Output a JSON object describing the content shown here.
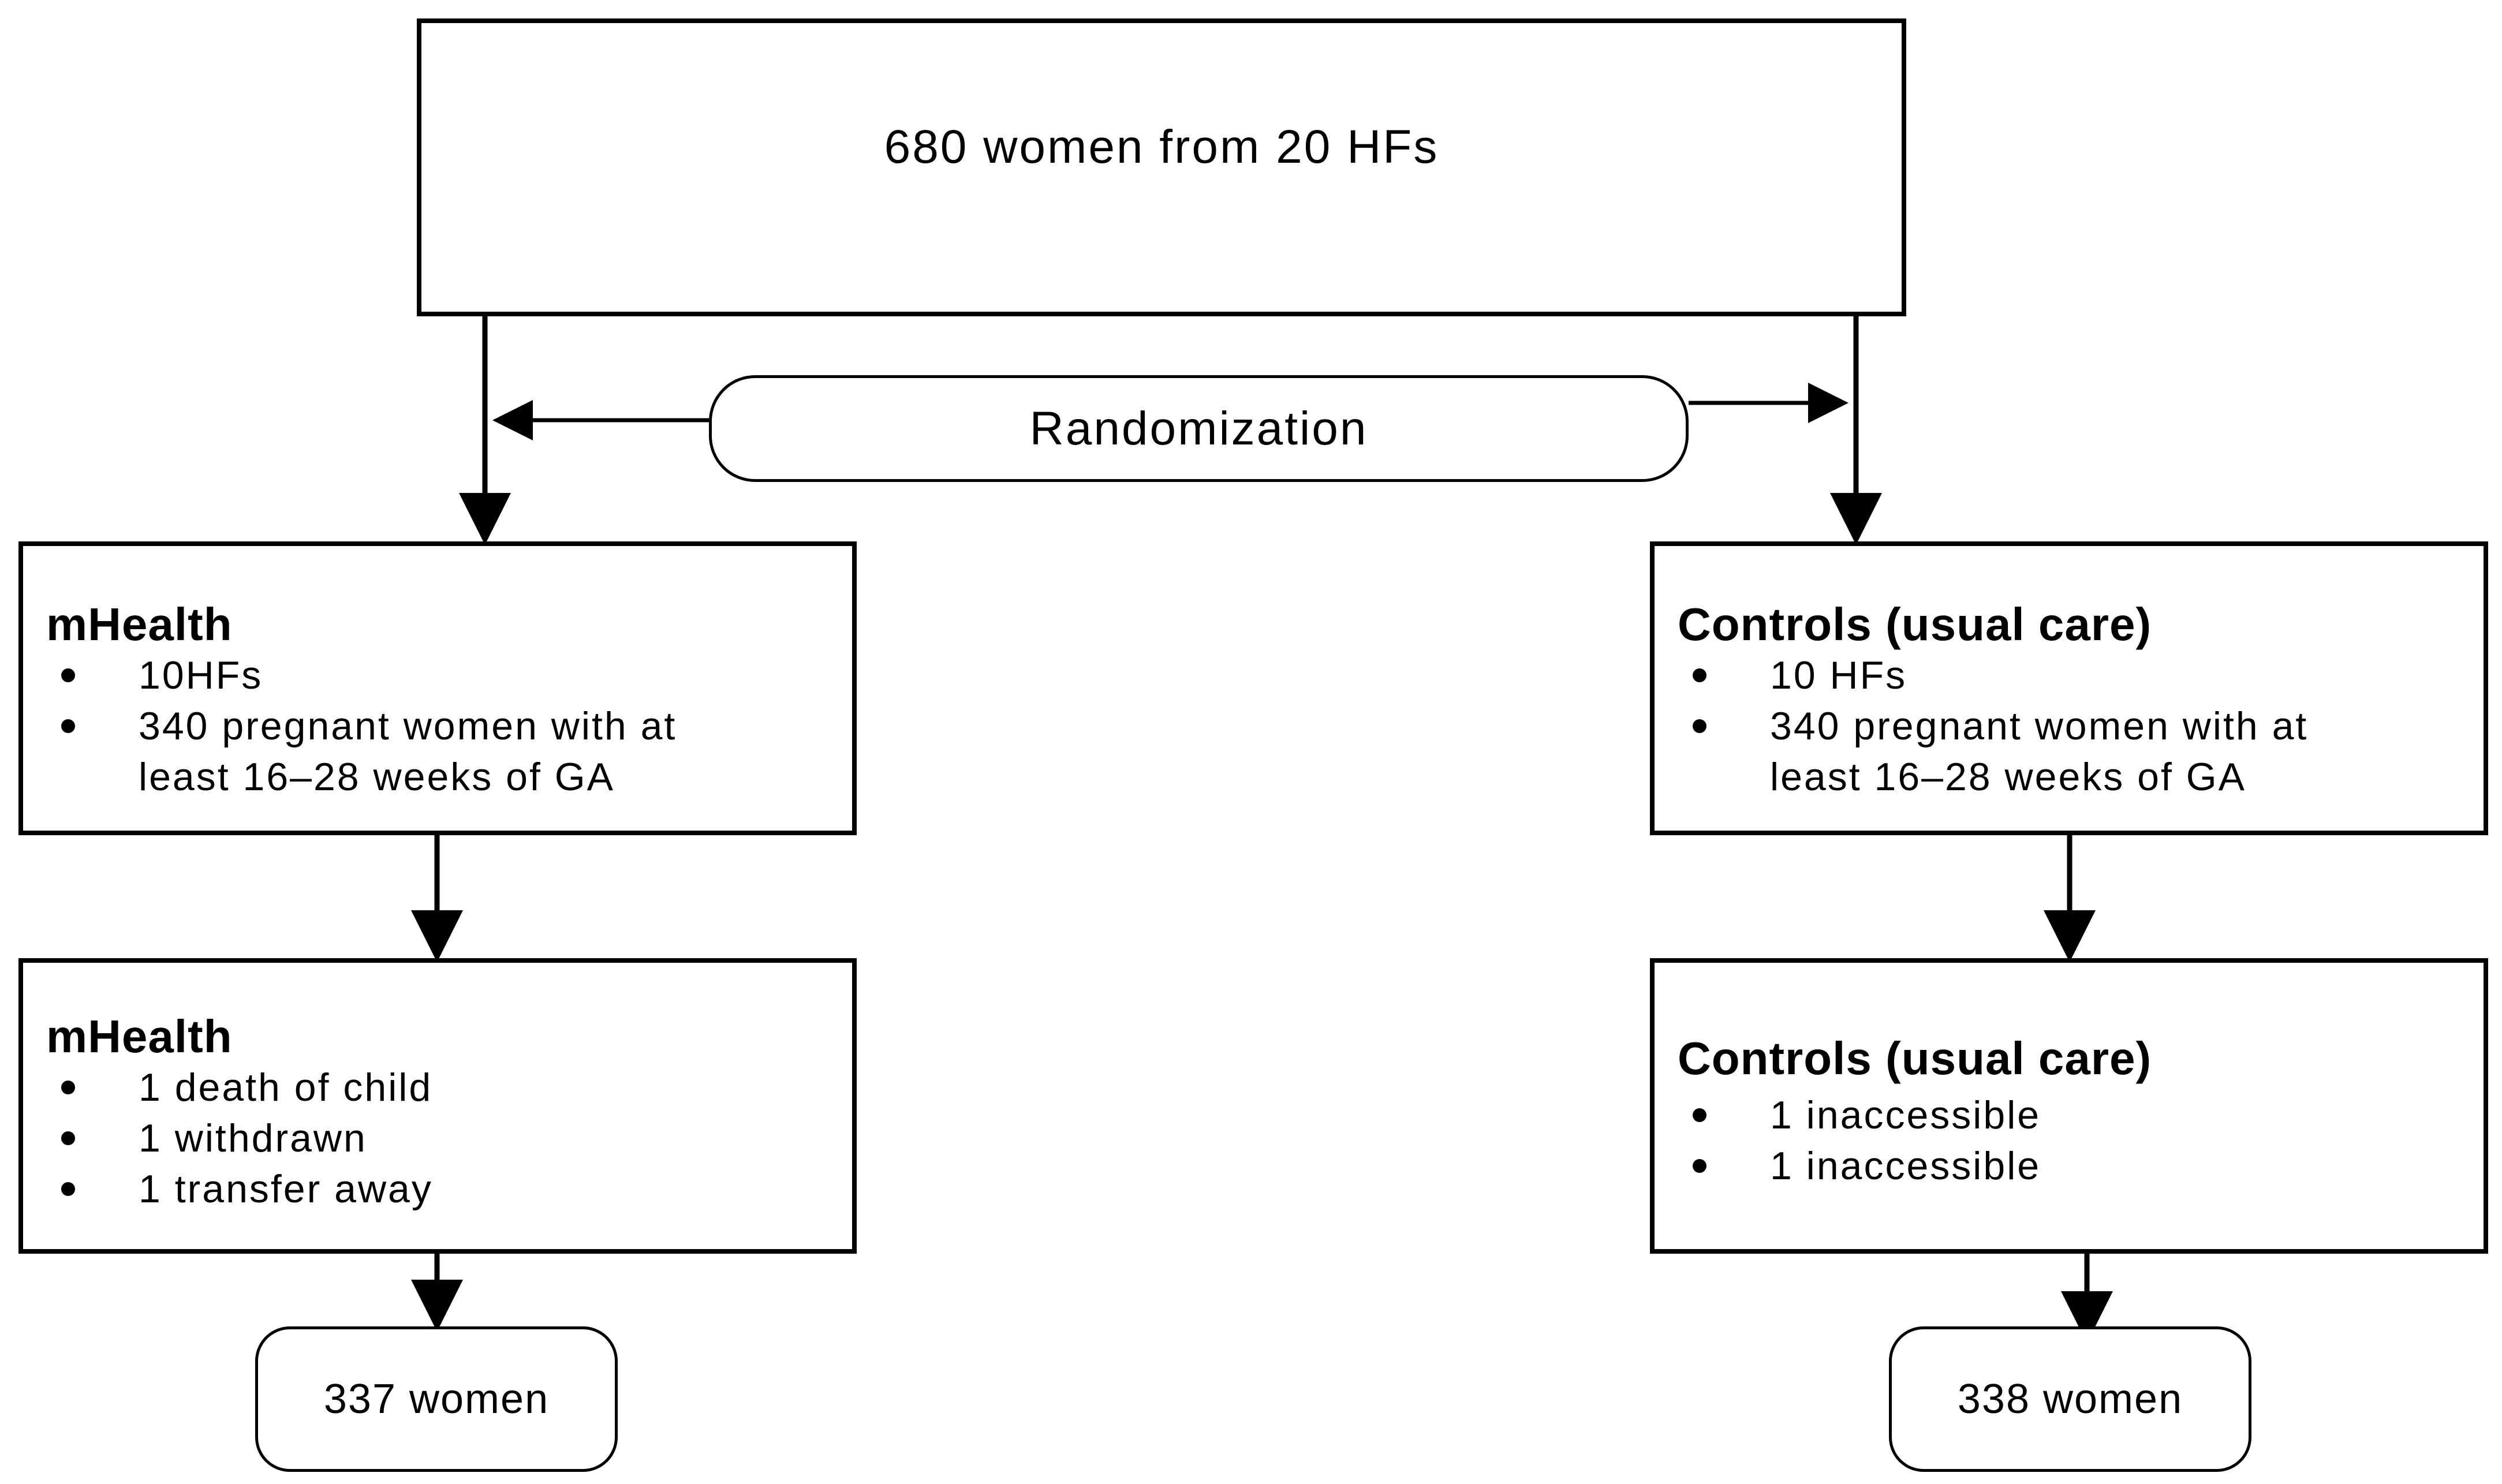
{
  "top_box": {
    "text": "680 women from 20 HFs"
  },
  "randomization": {
    "label": "Randomization"
  },
  "left_group": {
    "title": "mHealth",
    "items": [
      "10HFs",
      "340 pregnant women with at",
      "least 16–28 weeks of GA"
    ]
  },
  "right_group": {
    "title": "Controls (usual care)",
    "items": [
      "10 HFs",
      "340 pregnant women with at",
      "least 16–28 weeks of GA"
    ]
  },
  "left_followup": {
    "title": "mHealth",
    "items": [
      "1 death of child",
      "1 withdrawn",
      "1 transfer away"
    ]
  },
  "right_followup": {
    "title": "Controls (usual care)",
    "items": [
      "1 inaccessible",
      "1 inaccessible"
    ]
  },
  "left_result": {
    "text": "337 women"
  },
  "right_result": {
    "text": "338 women"
  }
}
